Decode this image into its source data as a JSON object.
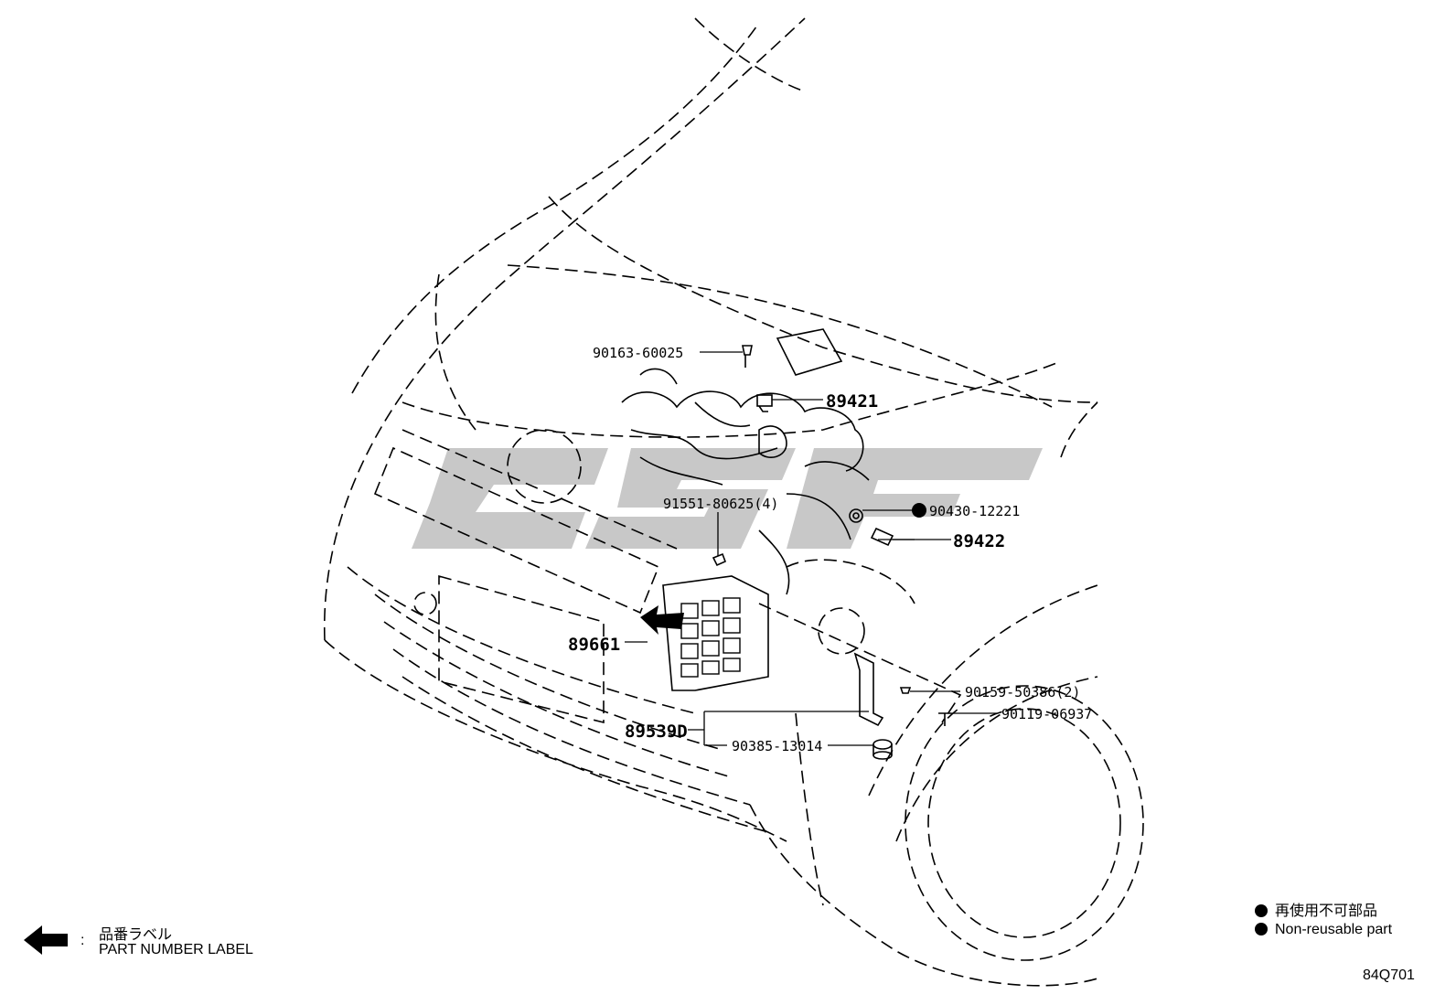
{
  "parts": {
    "p90163": "90163-60025",
    "p89421": "89421",
    "p91551": "91551-80625(4)",
    "p90430": "90430-12221",
    "p89422": "89422",
    "p89661": "89661",
    "p90159": "90159-50386(2)",
    "p90119": "90119-06937",
    "p89539d": "89539D",
    "p90385": "90385-13014"
  },
  "legend": {
    "part_label_jp": "品番ラベル",
    "part_label_colon": ":",
    "part_label_en": "PART NUMBER LABEL",
    "nonreusable_jp": "再使用不可部品",
    "nonreusable_en": "Non-reusable part"
  },
  "diagram_code": "84Q701",
  "watermark_text": "G S F",
  "colors": {
    "watermark": "#c8c8c8",
    "line": "#000000"
  }
}
